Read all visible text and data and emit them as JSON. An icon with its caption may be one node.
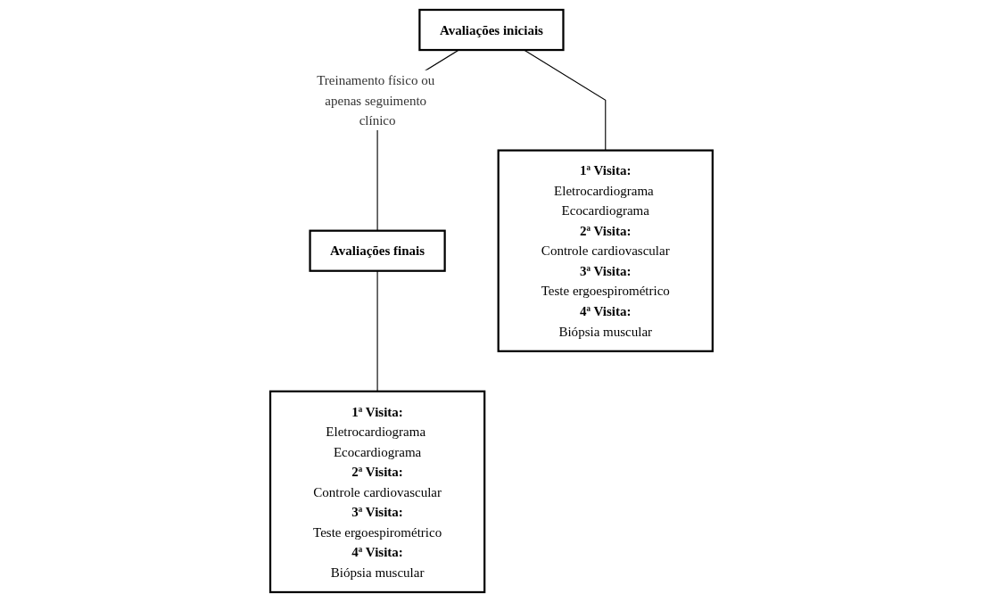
{
  "diagram": {
    "nodes": [
      {
        "text": [
          "Avaliações iniciais"
        ]
      },
      {
        "text": [
          "Avaliações finais"
        ]
      },
      {
        "text": [
          "1ª Visita:",
          "Eletrocardiograma Ecocardiograma",
          "2ª Visita:",
          "Controle cardiovascular",
          "3ª Visita:",
          "Teste ergoespirométrico",
          "4ª Visita:",
          "Biópsia muscular"
        ]
      },
      {
        "text": [
          "1ª Visita:",
          "Eletrocardiograma Ecocardiograma",
          "2ª Visita:",
          "Controle cardiovascular",
          "3ª Visita:",
          "Teste ergoespirométrico",
          "4ª Visita:",
          "Biópsia muscular"
        ]
      }
    ],
    "edges": [
      {
        "from": 0,
        "to": 1,
        "arrow": "none",
        "label": "Treinamento físico ou apenas seguimento clínico"
      },
      {
        "from": 0,
        "to": 2,
        "arrow": "none"
      },
      {
        "from": 1,
        "to": 3,
        "arrow": "none"
      }
    ]
  }
}
